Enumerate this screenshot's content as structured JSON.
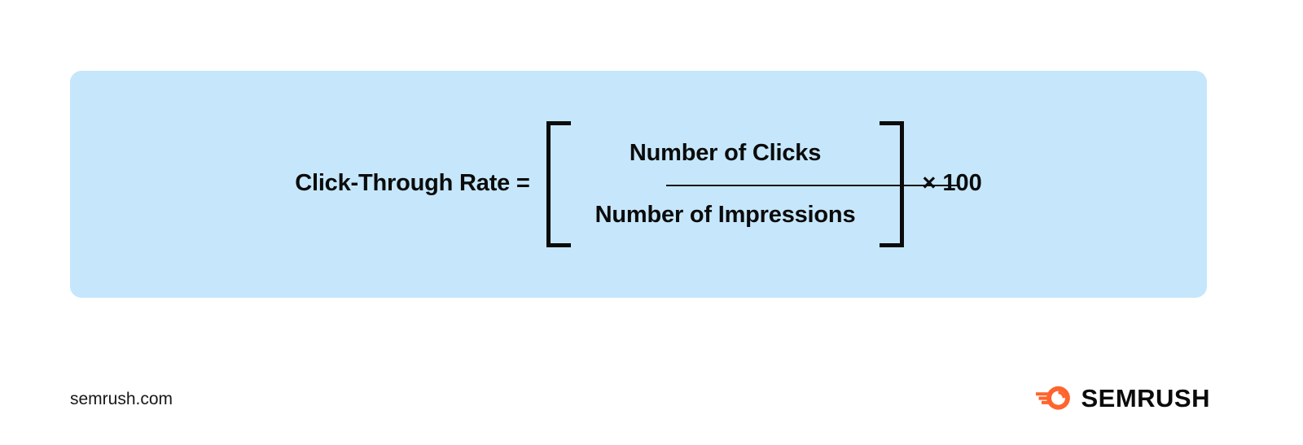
{
  "panel": {
    "background_color": "#c6e7fb",
    "formula": {
      "left_side": "Click-Through Rate =",
      "numerator": "Number of Clicks",
      "denominator": "Number of Impressions",
      "multiplier": "× 100",
      "bracket_left": "[",
      "bracket_right": "]",
      "fraction_bar": ""
    }
  },
  "footer": {
    "site_url": "semrush.com",
    "brand": {
      "wordmark": "SEMRUSH",
      "mark_icon": "semrush-comet-icon",
      "mark_color": "#ff642d",
      "wordmark_color": "#0b0b0b"
    }
  }
}
